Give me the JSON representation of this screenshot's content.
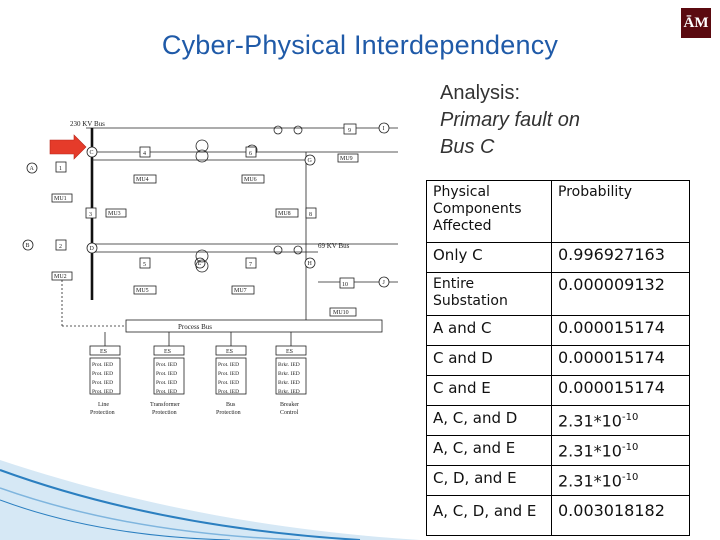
{
  "slide": {
    "title": "Cyber-Physical Interdependency",
    "logo_text": "ĀM"
  },
  "analysis": {
    "line1": "Analysis:",
    "line2": "Primary fault on",
    "line3": "Bus C"
  },
  "diagram": {
    "bus_230": "230 KV Bus",
    "bus_69": "69 KV Bus",
    "process_bus": "Process Bus",
    "nodes": [
      "A",
      "B",
      "C",
      "D",
      "E",
      "F",
      "G",
      "H",
      "I",
      "J"
    ],
    "numbers": [
      "1",
      "2",
      "3",
      "4",
      "5",
      "6",
      "7",
      "8",
      "9",
      "10"
    ],
    "mu_labels": [
      "MU1",
      "MU2",
      "MU3",
      "MU4",
      "MU5",
      "MU6",
      "MU7",
      "MU8",
      "MU9",
      "MU10"
    ],
    "ied_groups": [
      {
        "es": "ES",
        "ieds": [
          "Prot. IED",
          "Prot. IED",
          "Prot. IED",
          "Prot. IED"
        ],
        "caption1": "Line",
        "caption2": "Protection"
      },
      {
        "es": "ES",
        "ieds": [
          "Prot. IED",
          "Prot. IED",
          "Prot. IED",
          "Prot. IED"
        ],
        "caption1": "Transformer",
        "caption2": "Protection"
      },
      {
        "es": "ES",
        "ieds": [
          "Prot. IED",
          "Prot. IED",
          "Prot. IED",
          "Prot. IED"
        ],
        "caption1": "Bus",
        "caption2": "Protection"
      },
      {
        "es": "ES",
        "ieds": [
          "Brkr. IED",
          "Brkr. IED",
          "Brkr. IED",
          "Brkr. IED"
        ],
        "caption1": "Breaker",
        "caption2": "Control"
      }
    ]
  },
  "table": {
    "header": {
      "col1": "Physical Components Affected",
      "col2": "Probability"
    },
    "rows": [
      {
        "components": "Only C",
        "probability": "0.996927163"
      },
      {
        "components": "Entire Substation",
        "probability": "0.000009132"
      },
      {
        "components": "A and C",
        "probability": "0.000015174"
      },
      {
        "components": "C and D",
        "probability": "0.000015174"
      },
      {
        "components": "C and E",
        "probability": "0.000015174"
      },
      {
        "components": "A, C, and D",
        "probability": "2.31*10",
        "exponent": "-10"
      },
      {
        "components": "A, C, and E",
        "probability": "2.31*10",
        "exponent": "-10"
      },
      {
        "components": "C, D, and E",
        "probability": "2.31*10",
        "exponent": "-10"
      },
      {
        "components": "A, C, D, and E",
        "probability": "0.003018182"
      }
    ]
  },
  "colors": {
    "title": "#1f5aa8",
    "logo_bg": "#5b0a10",
    "fault_arrow": "#e53b2a",
    "swoosh": "#2b7fc0"
  }
}
